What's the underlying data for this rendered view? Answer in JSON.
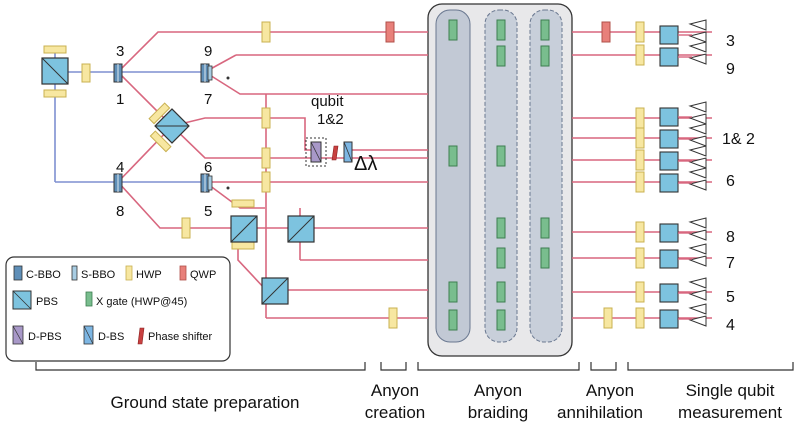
{
  "colors": {
    "path_red": "#d8677f",
    "path_blue": "#7f8fd0",
    "hwp_fill": "#f7e7a1",
    "hwp_stroke": "#c8b050",
    "qwp_fill": "#e8807a",
    "cbbo_fill": "#5f8fb8",
    "sbbo_fill": "#a8cde3",
    "pbs_fill": "#7dc3df",
    "xgate_fill": "#79bd8e",
    "panel_fill": "#e8e8ea",
    "column_fill": "#bfc6d2"
  },
  "port_labels": {
    "p3": "3",
    "p1": "1",
    "p9": "9",
    "p7": "7",
    "p4": "4",
    "p8": "8",
    "p6": "6",
    "p5": "5"
  },
  "qubit": {
    "line1": "qubit",
    "line2": "1&2",
    "delta": "Δλ"
  },
  "outputs": {
    "o3": "3",
    "o9": "9",
    "o12": "1& 2",
    "o6": "6",
    "o8": "8",
    "o7": "7",
    "o5": "5",
    "o4": "4"
  },
  "legend": {
    "cbbo": "C-BBO",
    "sbbo": "S-BBO",
    "hwp": "HWP",
    "qwp": "QWP",
    "pbs": "PBS",
    "xgate": "X gate (HWP@45)",
    "dpbs": "D-PBS",
    "dbs": "D-BS",
    "phase": "Phase shifter"
  },
  "stages": {
    "ground": "Ground state preparation",
    "creation_1": "Anyon",
    "creation_2": "creation",
    "braiding_1": "Anyon",
    "braiding_2": "braiding",
    "annihilation_1": "Anyon",
    "annihilation_2": "annihilation",
    "measurement_1": "Single qubit",
    "measurement_2": "measurement"
  }
}
